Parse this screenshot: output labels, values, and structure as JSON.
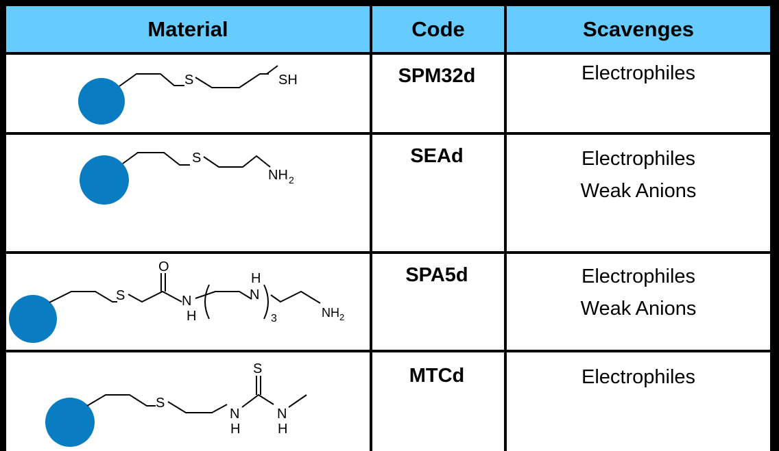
{
  "headers": {
    "material": "Material",
    "code": "Code",
    "scavenges": "Scavenges"
  },
  "colors": {
    "header_bg": "#66ccff",
    "bead": "#0a7cc1",
    "border": "#000000"
  },
  "rows": [
    {
      "code": "SPM32d",
      "scavenges": [
        "Electrophiles"
      ],
      "structure": {
        "atoms": [
          "S",
          "SH"
        ]
      }
    },
    {
      "code": "SEAd",
      "scavenges": [
        "Electrophiles",
        "Weak Anions"
      ],
      "structure": {
        "atoms": [
          "S",
          "NH",
          "2"
        ]
      }
    },
    {
      "code": "SPA5d",
      "scavenges": [
        "Electrophiles",
        "Weak Anions"
      ],
      "structure": {
        "atoms": [
          "S",
          "O",
          "N",
          "H",
          "H",
          "N",
          "3",
          "NH",
          "2"
        ]
      }
    },
    {
      "code": "MTCd",
      "scavenges": [
        "Electrophiles"
      ],
      "structure": {
        "atoms": [
          "S",
          "S",
          "N",
          "H",
          "N",
          "H"
        ]
      }
    }
  ]
}
